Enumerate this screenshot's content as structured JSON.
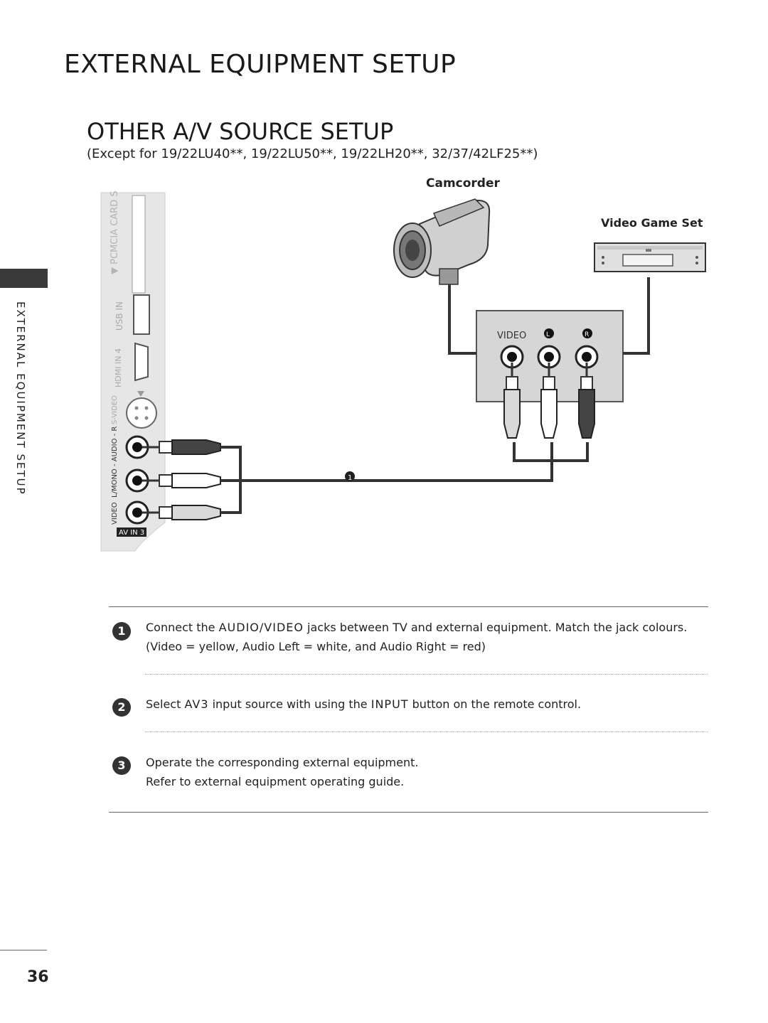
{
  "header": {
    "title": "EXTERNAL EQUIPMENT SETUP",
    "section_title": "OTHER A/V SOURCE SETUP",
    "subtitle": "(Except for 19/22LU40**, 19/22LU50**, 19/22LH20**, 32/37/42LF25**)"
  },
  "side_tab": {
    "label": "EXTERNAL EQUIPMENT SETUP"
  },
  "diagram": {
    "camcorder_label": "Camcorder",
    "video_game_label": "Video Game Set",
    "jack_panel": {
      "video": "VIDEO",
      "left": "L",
      "right": "R"
    },
    "tv_panel": {
      "pcmcia": "▼ PCMCIA CARD S",
      "usb": "USB IN",
      "hdmi": "HDMI IN 4",
      "svideo": "S-VIDEO",
      "audio": "L/MONO - AUDIO - R",
      "video": "VIDEO",
      "av_in": "AV IN 3"
    },
    "callout": "1"
  },
  "steps": [
    {
      "num": "1",
      "line1_a": "Connect the ",
      "line1_kw": "AUDIO/VIDEO",
      "line1_b": " jacks between TV and external equipment. Match the jack colours.",
      "line2": "(Video = yellow, Audio Left = white, and Audio Right = red)"
    },
    {
      "num": "2",
      "line1_a": "Select ",
      "line1_kw": "AV3",
      "line1_b": " input source with using the ",
      "line1_kw2": "INPUT",
      "line1_c": " button on the remote control."
    },
    {
      "num": "3",
      "line1": "Operate the corresponding external equipment.",
      "line2": "Refer to external equipment operating guide."
    }
  ],
  "footer": {
    "page_number": "36"
  }
}
